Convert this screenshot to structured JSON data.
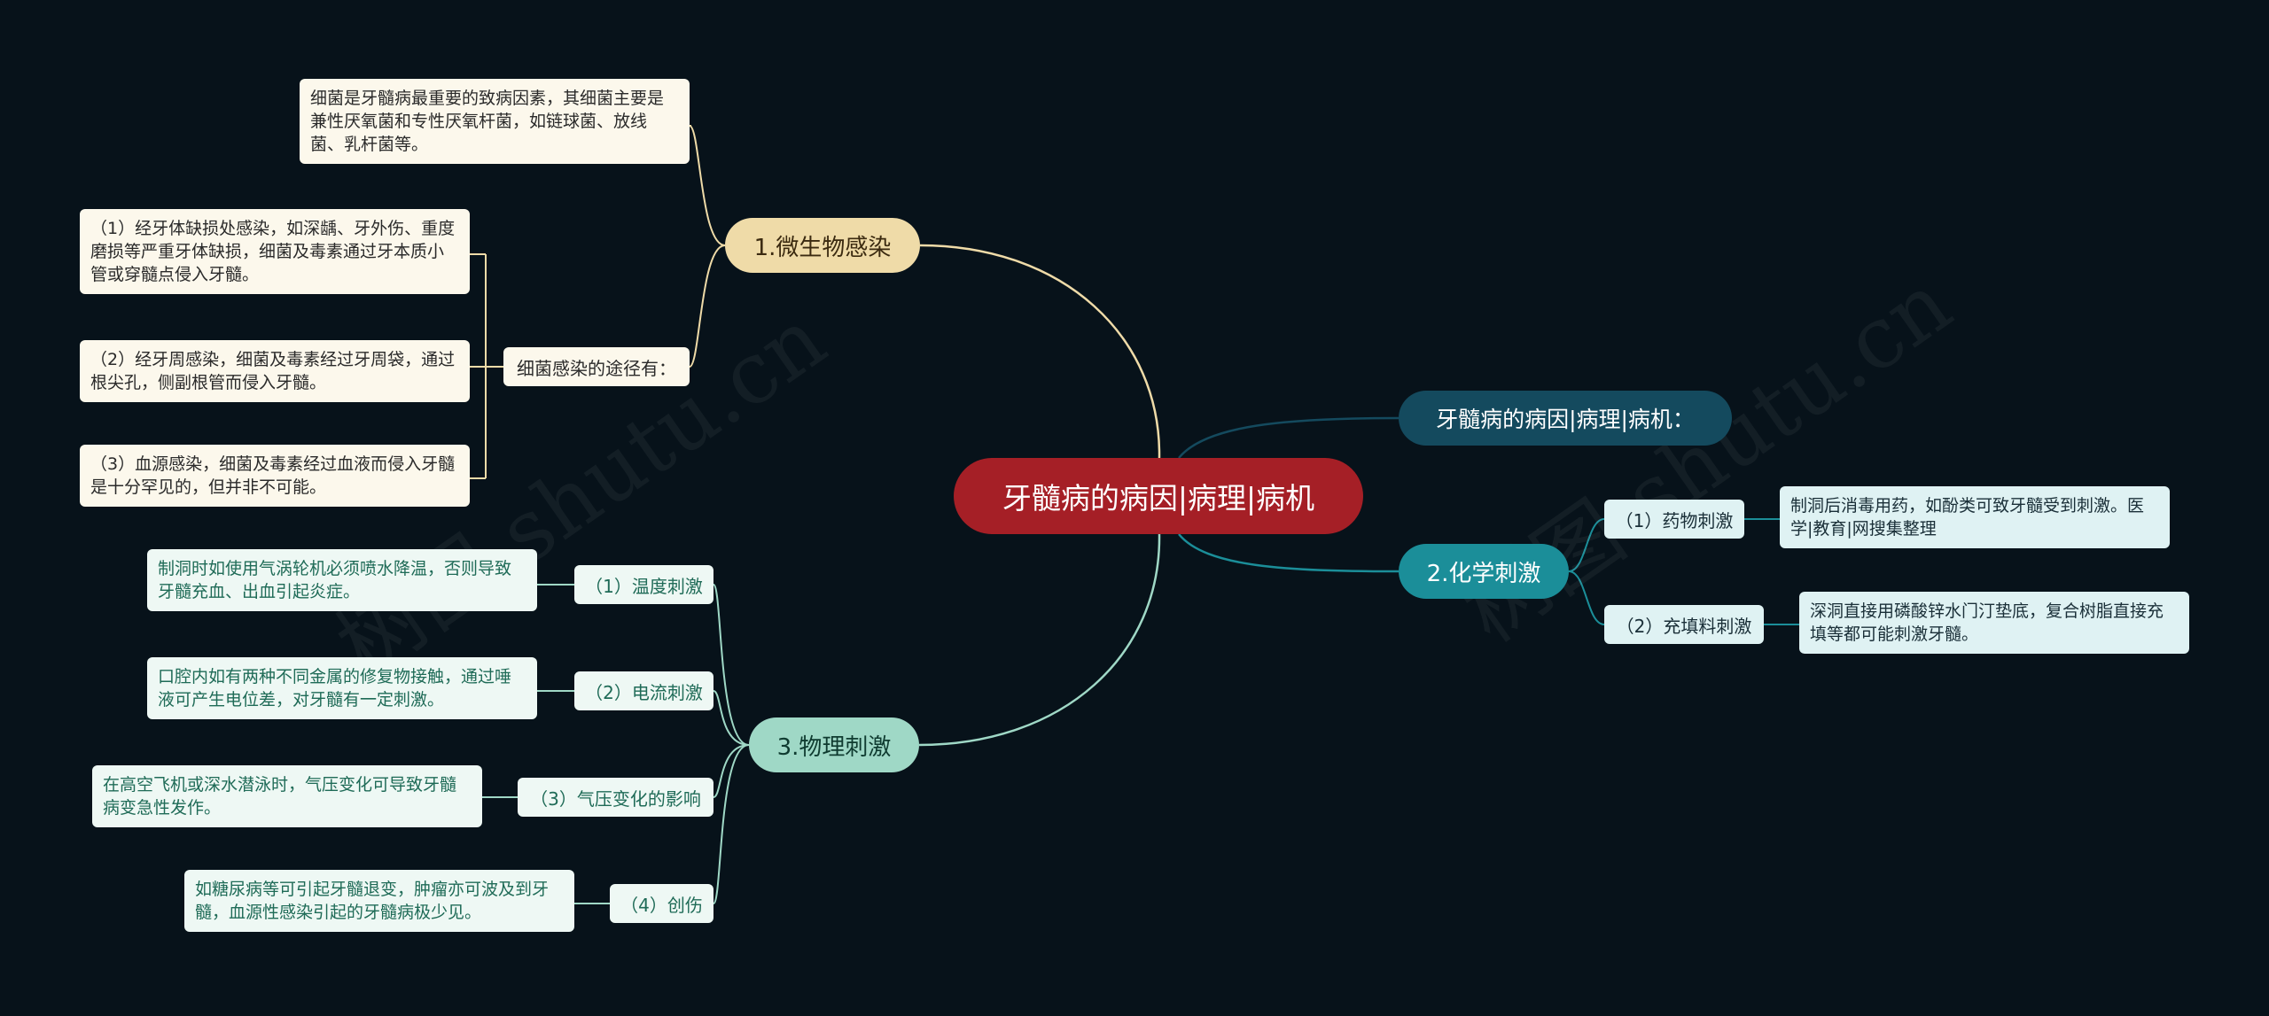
{
  "root": "牙髓病的病因|病理|病机",
  "summary_branch": "牙髓病的病因|病理|病机：",
  "branch1": {
    "label": "1.微生物感染",
    "intro": "细菌是牙髓病最重要的致病因素，其细菌主要是兼性厌氧菌和专性厌氧杆菌，如链球菌、放线菌、乳杆菌等。",
    "route_label": "细菌感染的途径有：",
    "routes": [
      "（1）经牙体缺损处感染，如深龋、牙外伤、重度磨损等严重牙体缺损，细菌及毒素通过牙本质小管或穿髓点侵入牙髓。",
      "（2）经牙周感染，细菌及毒素经过牙周袋，通过根尖孔，侧副根管而侵入牙髓。",
      "（3）血源感染，细菌及毒素经过血液而侵入牙髓是十分罕见的，但并非不可能。"
    ]
  },
  "branch2": {
    "label": "2.化学刺激",
    "items": [
      {
        "label": "（1）药物刺激",
        "detail": "制洞后消毒用药，如酚类可致牙髓受到刺激。医学|教育|网搜集整理"
      },
      {
        "label": "（2）充填料刺激",
        "detail": "深洞直接用磷酸锌水门汀垫底，复合树脂直接充填等都可能刺激牙髓。"
      }
    ]
  },
  "branch3": {
    "label": "3.物理刺激",
    "items": [
      {
        "label": "（1）温度刺激",
        "detail": "制洞时如使用气涡轮机必须喷水降温，否则导致牙髓充血、出血引起炎症。"
      },
      {
        "label": "（2）电流刺激",
        "detail": "口腔内如有两种不同金属的修复物接触，通过唾液可产生电位差，对牙髓有一定刺激。"
      },
      {
        "label": "（3）气压变化的影响",
        "detail": "在高空飞机或深水潜泳时，气压变化可导致牙髓病变急性发作。"
      },
      {
        "label": "（4）创伤",
        "detail": "如糖尿病等可引起牙髓退变，肿瘤亦可波及到牙髓，血源性感染引起的牙髓病极少见。"
      }
    ]
  },
  "watermark": "树图 shutu.cn",
  "colors": {
    "background": "#07121a",
    "root": "#a51f26",
    "branch1": "#efdba8",
    "branch2": "#1b8e99",
    "branch3": "#9fd8c6",
    "summary": "#144a5e"
  }
}
